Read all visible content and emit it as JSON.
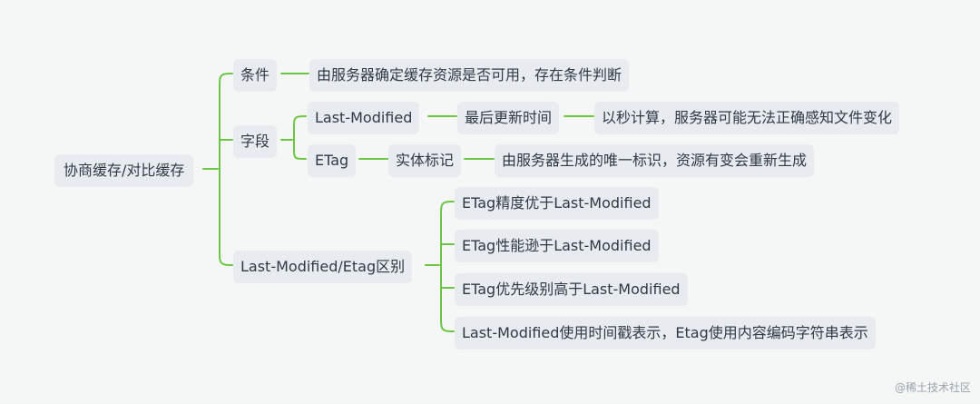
{
  "mindmap": {
    "root": "协商缓存/对比缓存",
    "condition": {
      "label": "条件",
      "detail": "由服务器确定缓存资源是否可用，存在条件判断"
    },
    "fields": {
      "label": "字段",
      "last_modified": {
        "label": "Last-Modified",
        "meaning": "最后更新时间",
        "detail": "以秒计算，服务器可能无法正确感知文件变化"
      },
      "etag": {
        "label": "ETag",
        "meaning": "实体标记",
        "detail": "由服务器生成的唯一标识，资源有变会重新生成"
      }
    },
    "difference": {
      "label": "Last-Modified/Etag区别",
      "items": [
        "ETag精度优于Last-Modified",
        "ETag性能逊于Last-Modified",
        "ETag优先级别高于Last-Modified",
        "Last-Modified使用时间戳表示，Etag使用内容编码字符串表示"
      ]
    }
  },
  "style": {
    "line_color": "#6cc644",
    "node_bg": "#e8ebef",
    "text_color": "#2f3a45"
  },
  "watermark": {
    "icon": "at-sign-icon",
    "text": "@稀土技术社区"
  }
}
